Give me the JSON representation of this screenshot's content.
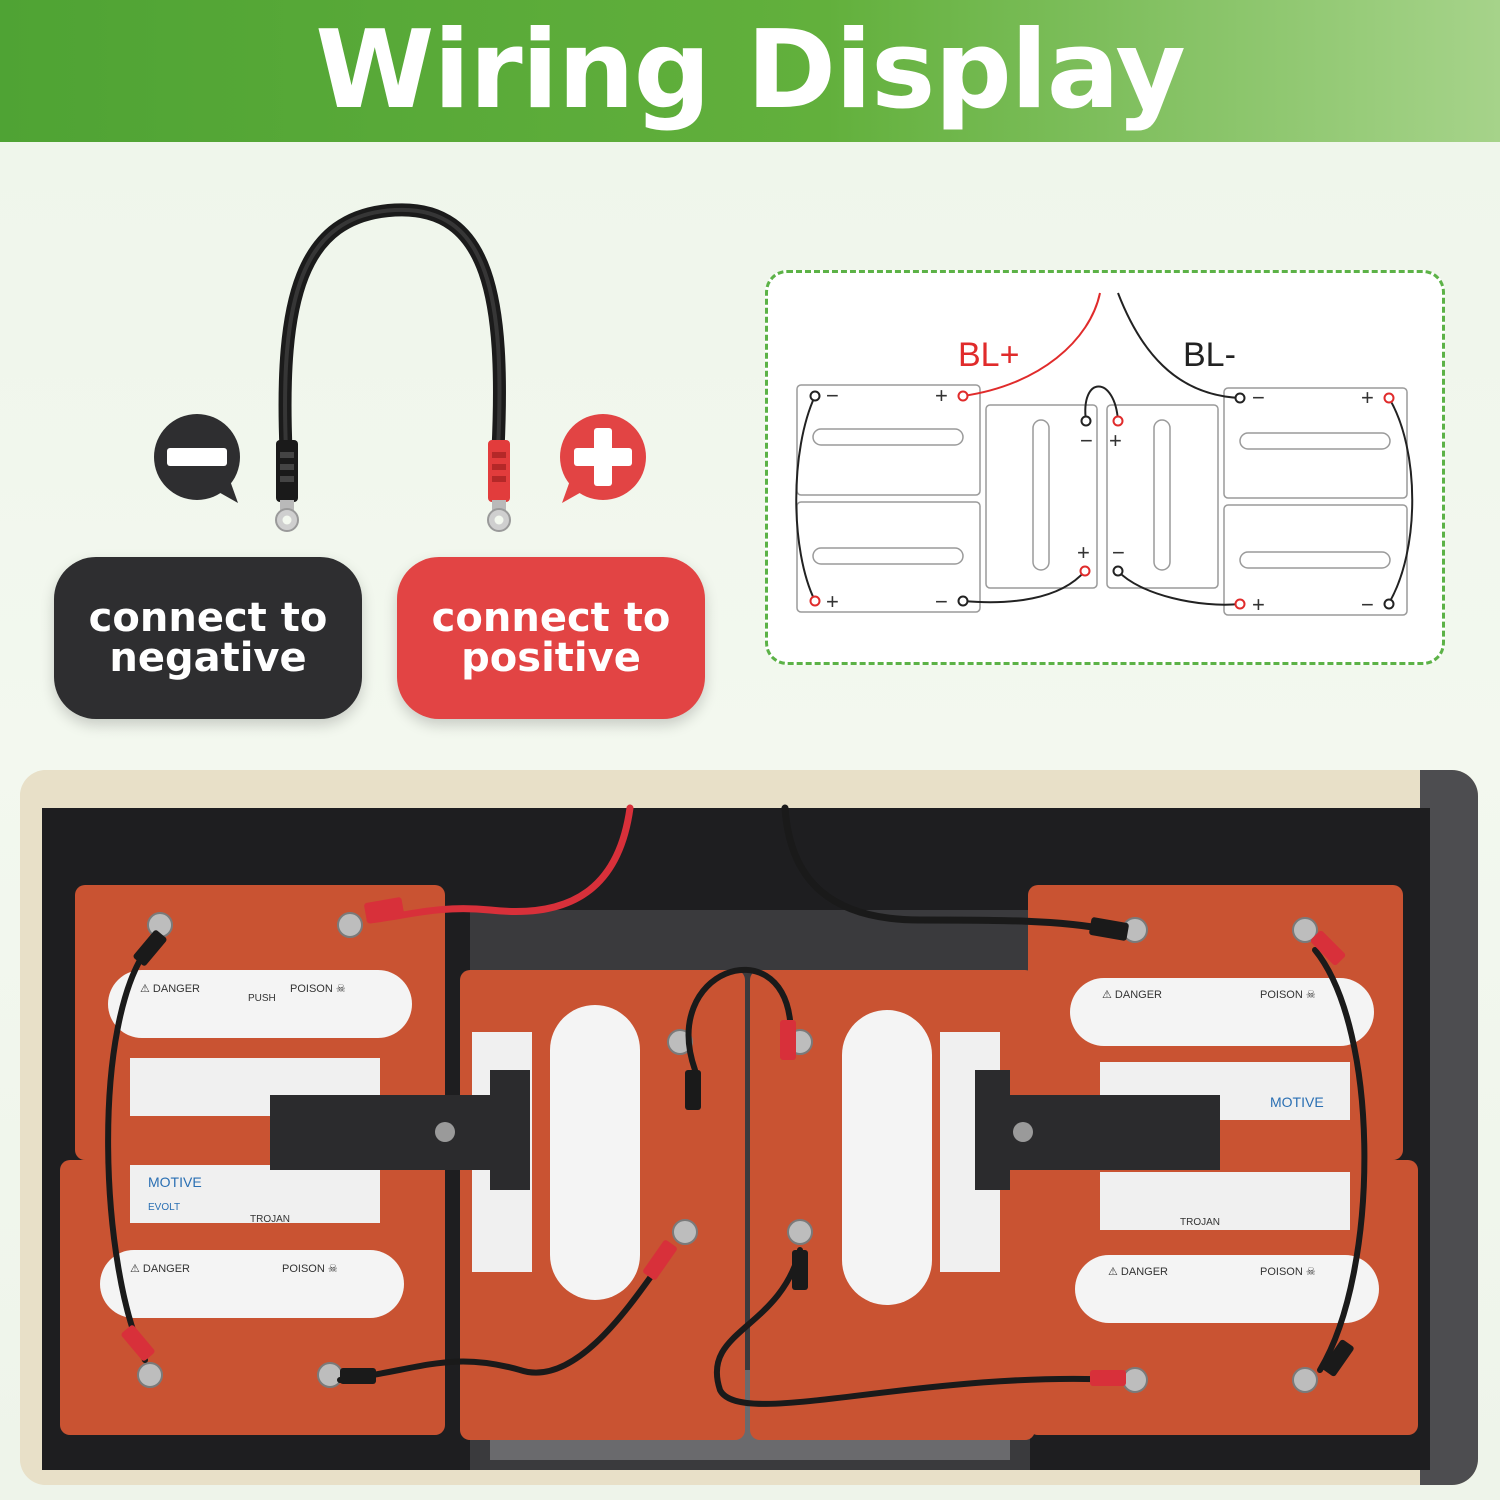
{
  "banner": {
    "title": "Wiring Display"
  },
  "cable": {
    "negative_label_line1": "connect to",
    "negative_label_line2": "negative",
    "positive_label_line1": "connect to",
    "positive_label_line2": "positive",
    "negative_icon": "minus-bubble-icon",
    "positive_icon": "plus-bubble-icon"
  },
  "diagram": {
    "bl_positive": "BL+",
    "bl_negative": "BL-",
    "plus_symbol": "+",
    "minus_symbol": "−"
  },
  "photo": {
    "danger_label": "⚠ DANGER",
    "poison_label": "POISON ☠",
    "brand_motive": "MOTIVE",
    "brand_trojan": "TROJAN",
    "evolt": "EVOLT",
    "push": "PUSH"
  },
  "colors": {
    "banner_green": "#5fae3b",
    "negative_dark": "#2e2e30",
    "positive_red": "#e24444",
    "dashed_border": "#5cb247",
    "battery_orange": "#cf5a36"
  }
}
